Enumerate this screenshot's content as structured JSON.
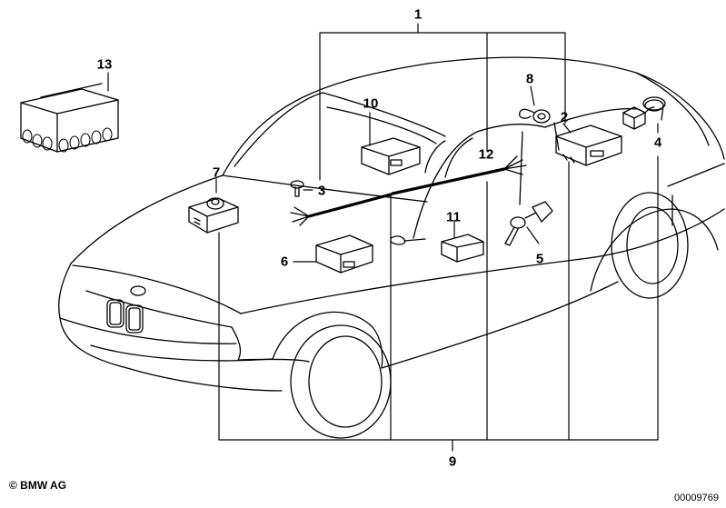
{
  "callouts": [
    {
      "id": "1",
      "label": "1"
    },
    {
      "id": "2",
      "label": "2"
    },
    {
      "id": "3",
      "label": "3"
    },
    {
      "id": "4",
      "label": "4"
    },
    {
      "id": "5",
      "label": "5"
    },
    {
      "id": "6",
      "label": "6"
    },
    {
      "id": "7",
      "label": "7"
    },
    {
      "id": "8",
      "label": "8"
    },
    {
      "id": "9",
      "label": "9"
    },
    {
      "id": "10",
      "label": "10"
    },
    {
      "id": "11",
      "label": "11"
    },
    {
      "id": "12",
      "label": "12"
    },
    {
      "id": "13",
      "label": "13"
    }
  ],
  "footer": {
    "copyright": "© BMW AG",
    "document_number": "00009769"
  },
  "colors": {
    "line": "#000000",
    "background": "#ffffff"
  }
}
